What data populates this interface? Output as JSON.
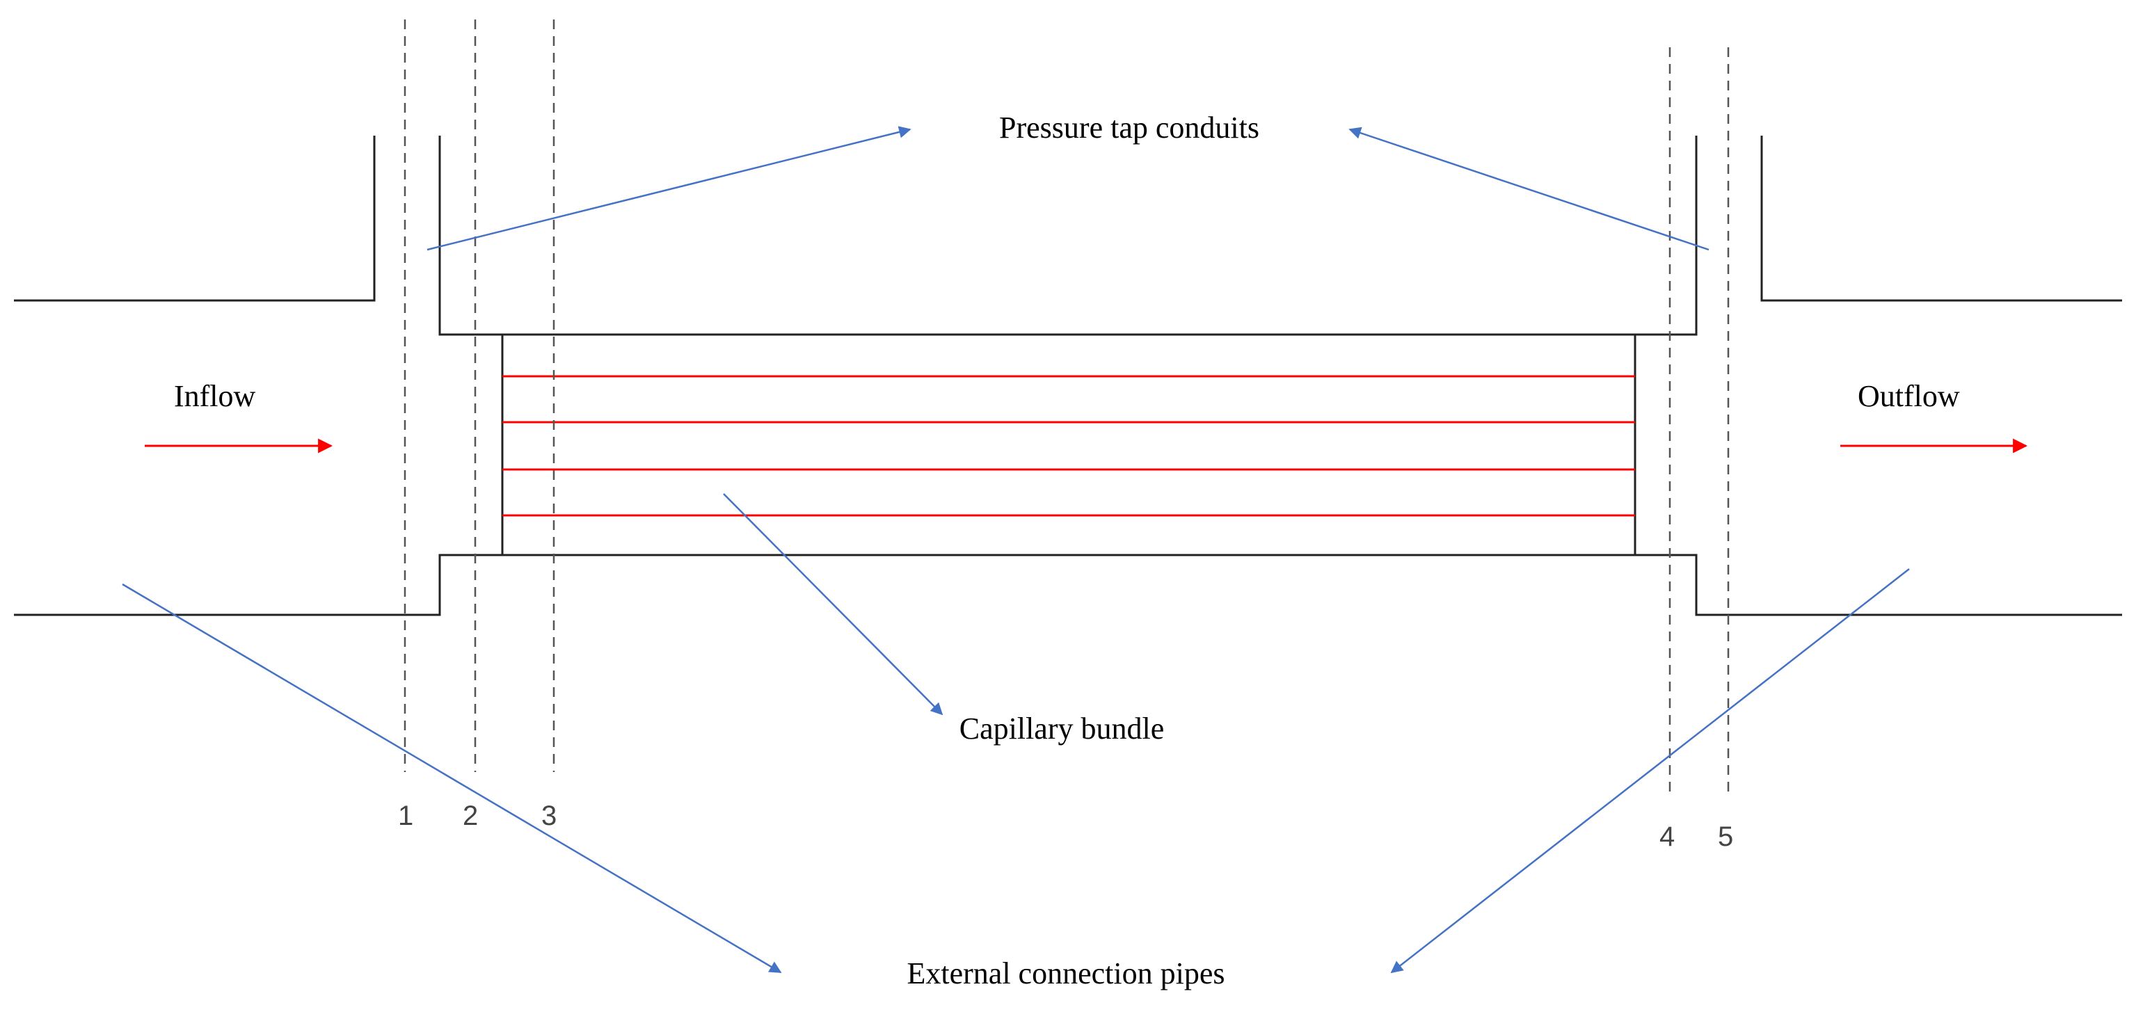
{
  "labels": {
    "pressure_tap": "Pressure tap conduits",
    "inflow": "Inflow",
    "outflow": "Outflow",
    "capillary": "Capillary bundle",
    "external": "External connection pipes"
  },
  "section_markers": [
    "1",
    "2",
    "3",
    "4",
    "5"
  ],
  "colors": {
    "flow_arrow": "#ff0000",
    "capillary_line": "#ff0000",
    "pointer_arrow": "#4472c4",
    "wall": "#222222",
    "dashed_line": "#555555"
  }
}
